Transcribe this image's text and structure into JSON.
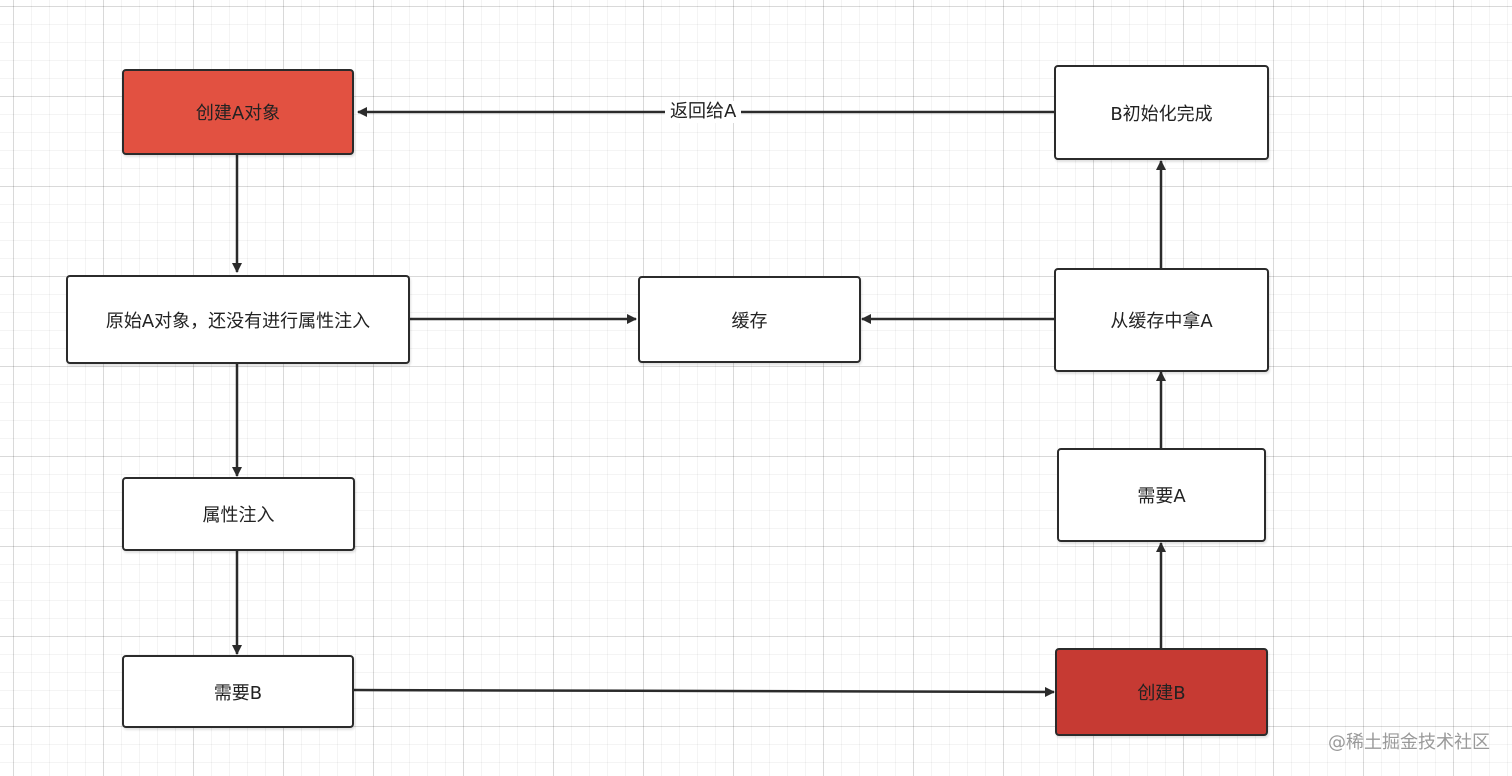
{
  "nodes": {
    "create_a": {
      "label": "创建A对象",
      "fill": "#e25141"
    },
    "raw_a": {
      "label": "原始A对象，还没有进行属性注入",
      "fill": "#ffffff"
    },
    "inject": {
      "label": "属性注入",
      "fill": "#ffffff"
    },
    "need_b": {
      "label": "需要B",
      "fill": "#ffffff"
    },
    "cache": {
      "label": "缓存",
      "fill": "#ffffff"
    },
    "b_done": {
      "label": "B初始化完成",
      "fill": "#ffffff"
    },
    "get_from_cache": {
      "label": "从缓存中拿A",
      "fill": "#ffffff"
    },
    "need_a": {
      "label": "需要A",
      "fill": "#ffffff"
    },
    "create_b": {
      "label": "创建B",
      "fill": "#c63a33"
    }
  },
  "edges": {
    "return_label": "返回给A"
  },
  "watermark": "@稀土掘金技术社区",
  "colors": {
    "accent_red": "#e25141",
    "dark_red": "#c63a33",
    "stroke": "#2b2b2b"
  }
}
